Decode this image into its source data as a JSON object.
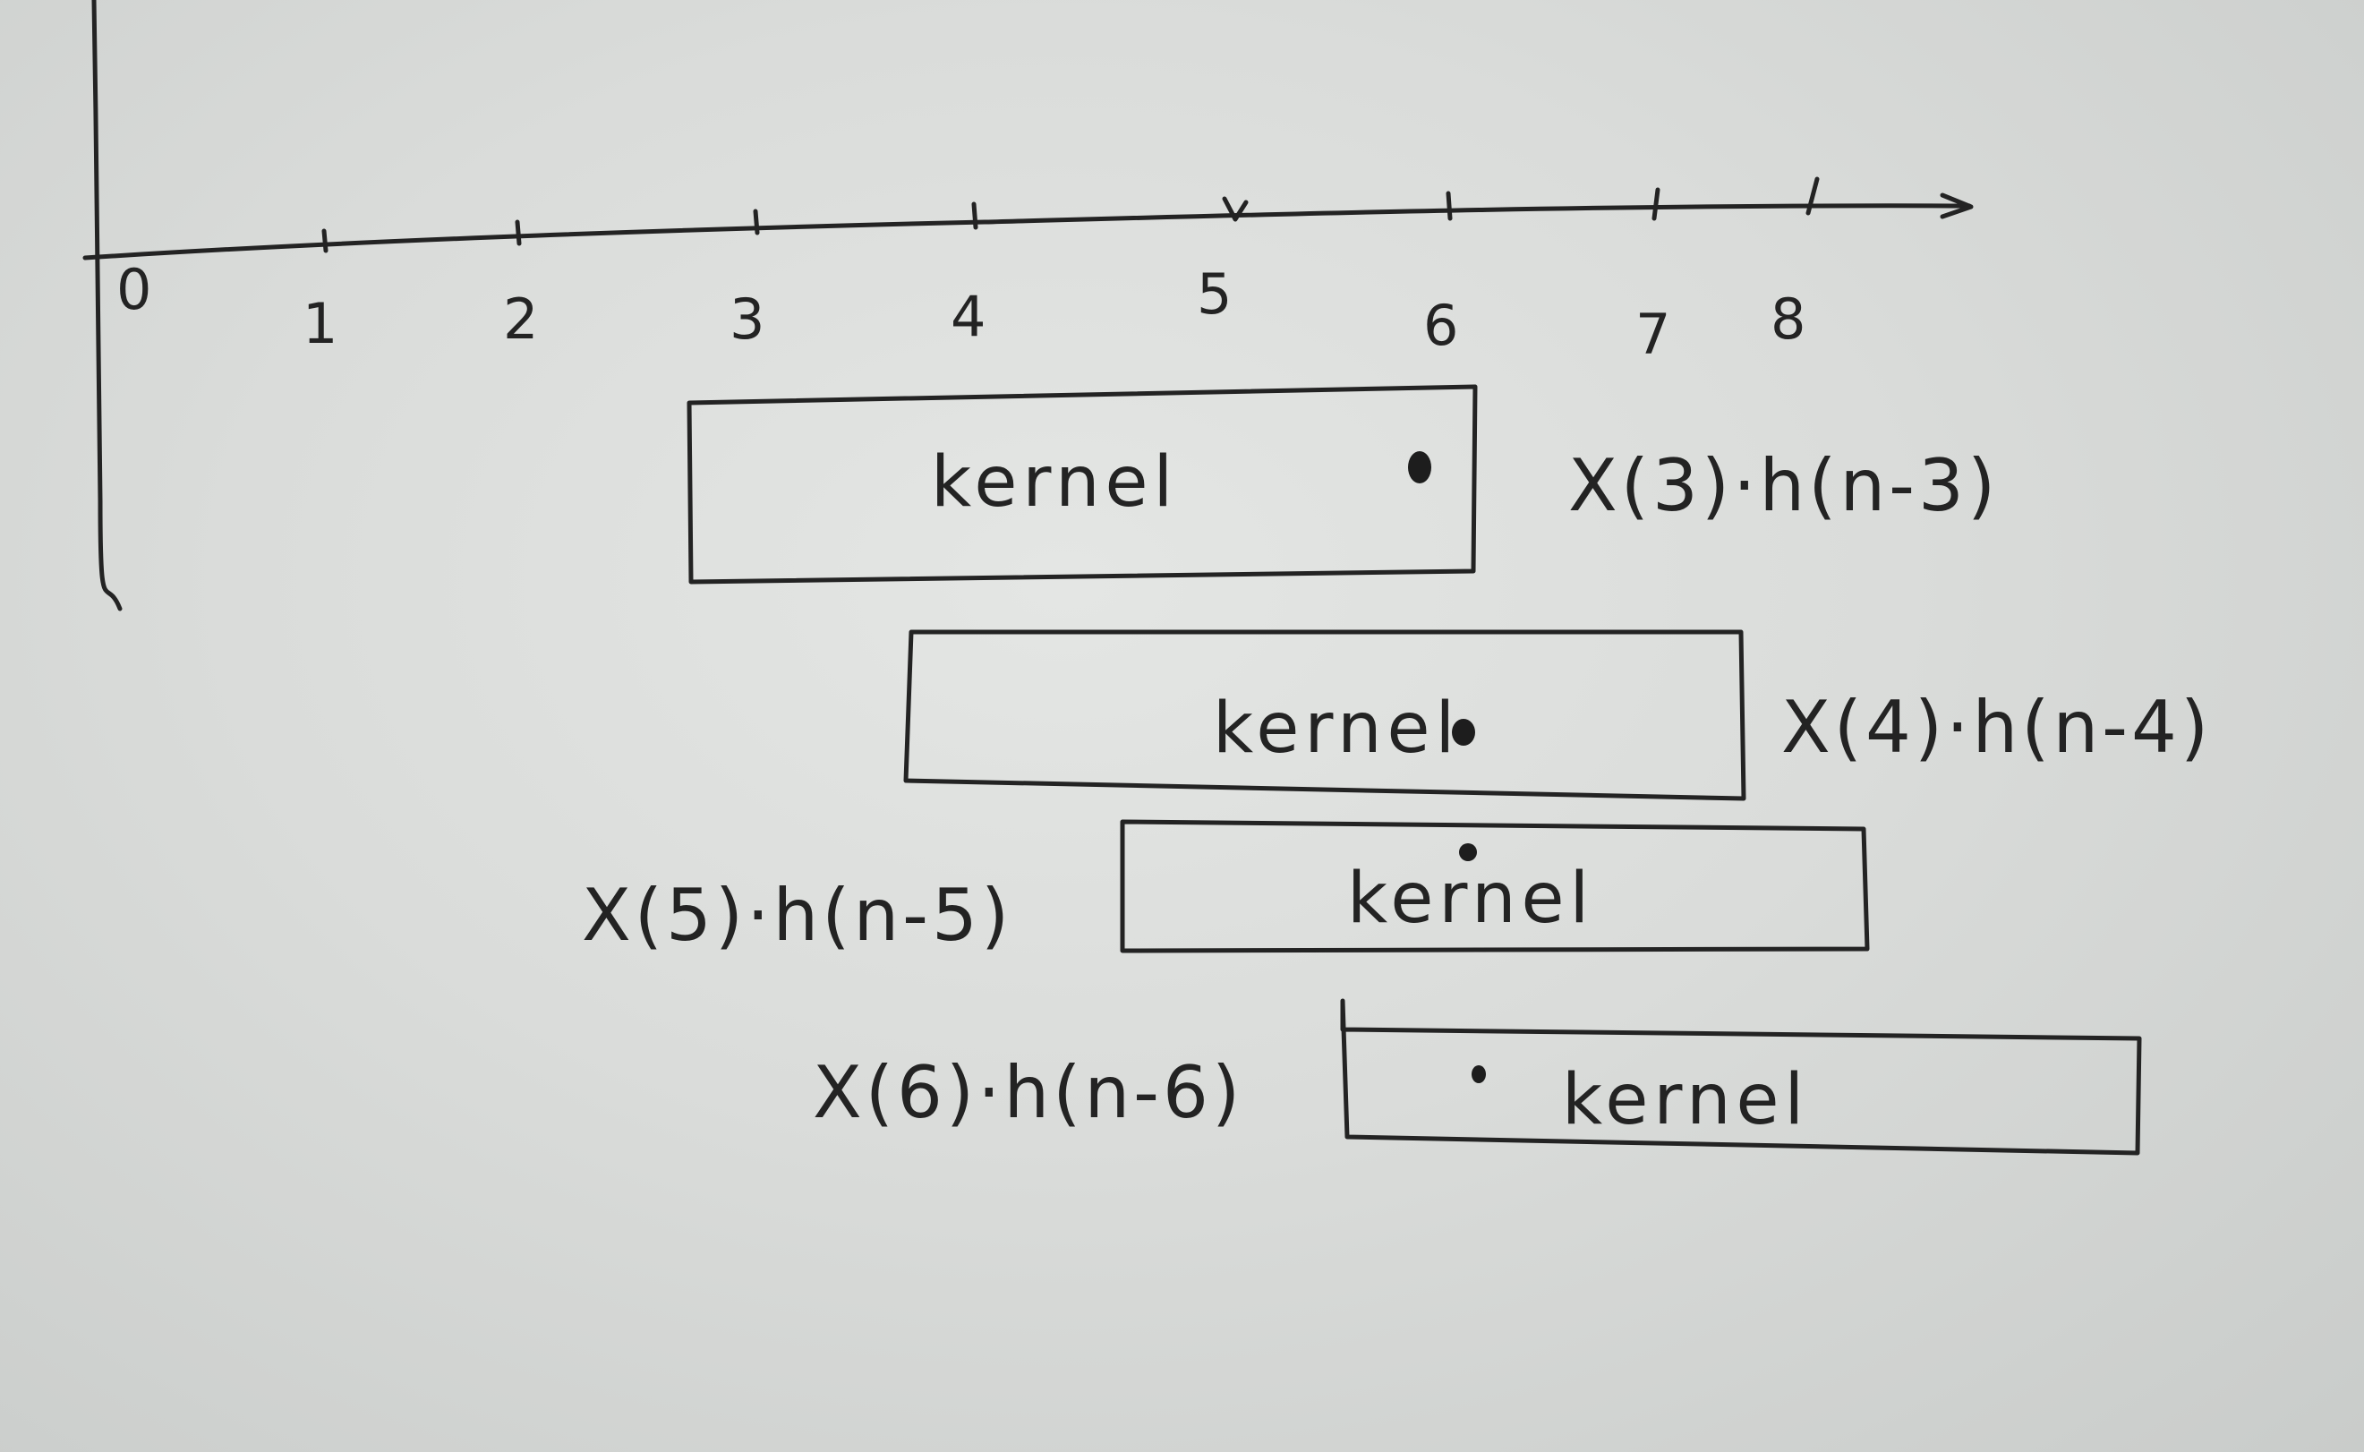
{
  "axis": {
    "ticks": [
      "0",
      "1",
      "2",
      "3",
      "4",
      "5",
      "6",
      "7",
      "8"
    ]
  },
  "rows": [
    {
      "box_label": "kernel",
      "formula": "X(3)·h(n-3)"
    },
    {
      "box_label": "kernel",
      "formula": "X(4)·h(n-4)"
    },
    {
      "box_label": "kernel",
      "formula": "X(5)·h(n-5)"
    },
    {
      "box_label": "kernel",
      "formula": "X(6)·h(n-6)"
    }
  ],
  "colors": {
    "ink": "#232323",
    "paper": "#dadcda"
  }
}
